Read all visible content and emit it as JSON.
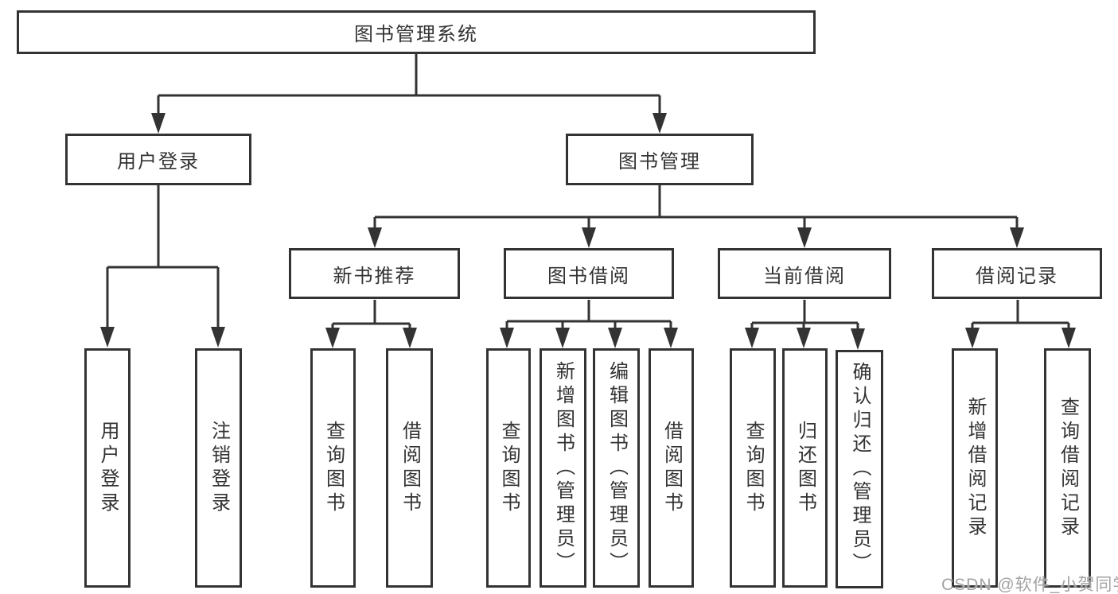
{
  "diagram": {
    "watermark": "CSDN @软件_小贺同学",
    "colors": {
      "line": "#333333",
      "text": "#333333",
      "box_background": "#ffffff",
      "watermark": "#a3a3a3"
    },
    "nodes": {
      "root": {
        "label": "图书管理系统"
      },
      "user_login": {
        "label": "用户登录",
        "children": [
          {
            "label": "用户登录"
          },
          {
            "label": "注销登录"
          }
        ]
      },
      "book_mgmt": {
        "label": "图书管理",
        "children": [
          {
            "label": "新书推荐",
            "children": [
              {
                "label": "查询图书"
              },
              {
                "label": "借阅图书"
              }
            ]
          },
          {
            "label": "图书借阅",
            "children": [
              {
                "label": "查询图书"
              },
              {
                "label": "新增图书（管理员）"
              },
              {
                "label": "编辑图书（管理员）"
              },
              {
                "label": "借阅图书"
              }
            ]
          },
          {
            "label": "当前借阅",
            "children": [
              {
                "label": "查询图书"
              },
              {
                "label": "归还图书"
              },
              {
                "label": "确认归还（管理员）"
              }
            ]
          },
          {
            "label": "借阅记录",
            "children": [
              {
                "label": "新增借阅记录"
              },
              {
                "label": "查询借阅记录"
              }
            ]
          }
        ]
      }
    }
  }
}
